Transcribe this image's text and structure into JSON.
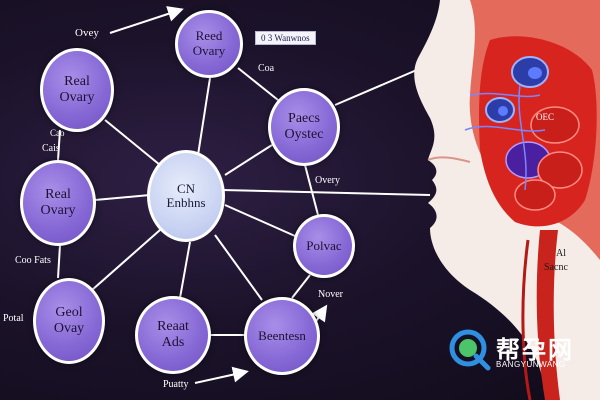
{
  "nodes": {
    "top": [
      "Reed",
      "Ovary"
    ],
    "upper_left": [
      "Real",
      "Ovary"
    ],
    "left": [
      "Real",
      "Ovary"
    ],
    "bottom_left": [
      "Geol",
      "Ovay"
    ],
    "bottom_center": [
      "Reaat",
      "Ads"
    ],
    "bottom_right": [
      "Beentesn"
    ],
    "right_lower": [
      "Polvac"
    ],
    "right_upper": [
      "Paecs",
      "Oystec"
    ],
    "center": [
      "CN",
      "Enbhns"
    ]
  },
  "labels": {
    "top_left": "Ovey",
    "badge": "0 3 Wanwnos",
    "coa": "Coa",
    "cao": "Cao",
    "cais": "Cais",
    "coo_fats": "Coo Fats",
    "potal": "Potal",
    "puatty": "Puatty",
    "nover": "Nover",
    "overy": "Overy"
  },
  "anatomy": {
    "oec": "OEC",
    "al": "Al",
    "sacnc": "Sacnc"
  },
  "colors": {
    "background": "#1c132b",
    "node_fill": "#8466d4",
    "node_border": "#ffffff",
    "center_fill": "#c9d3f2",
    "tissue_red": "#d8241e"
  },
  "brand": {
    "name": "帮孕网",
    "sub": "BANGYUNWANG",
    "icon": "q-logo-icon"
  }
}
